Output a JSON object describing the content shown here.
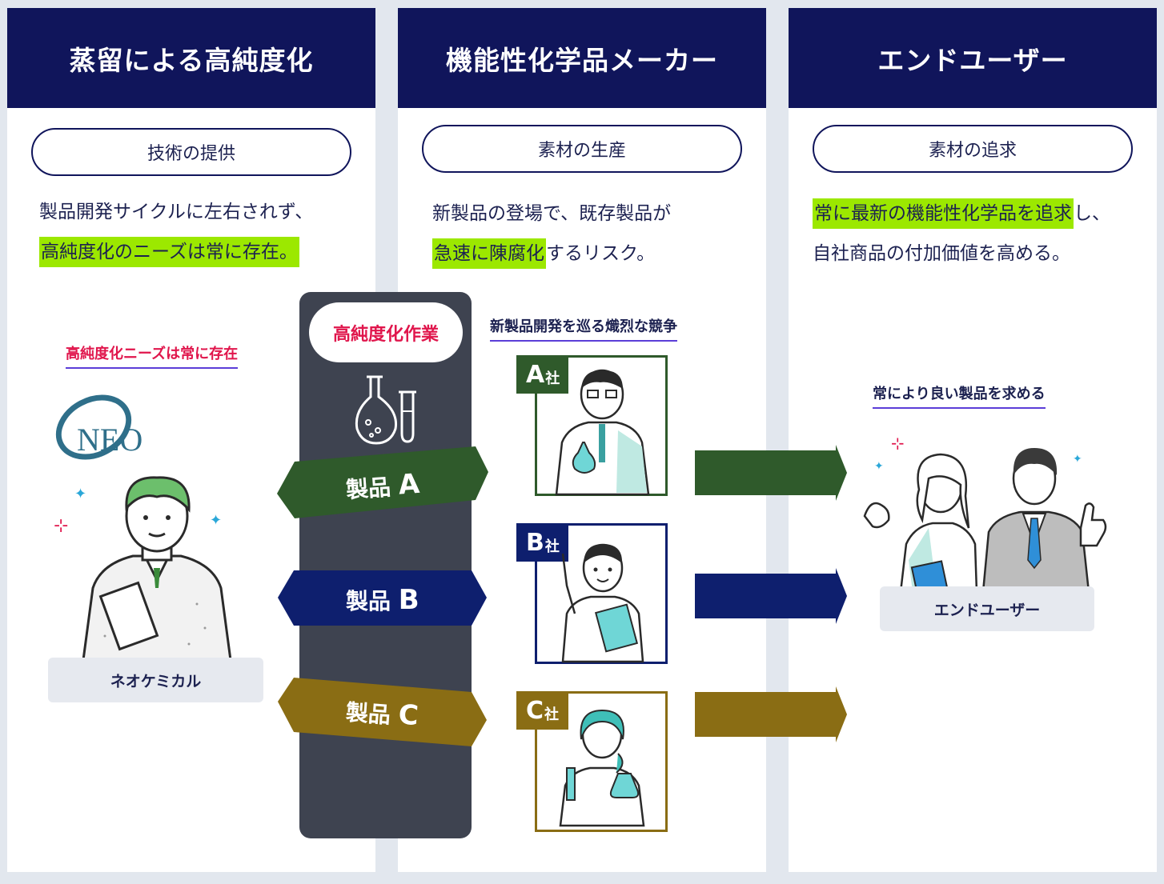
{
  "columns": [
    {
      "header": "蒸留による高純度化",
      "pill": "技術の提供",
      "desc_line1": "製品開発サイクルに左右されず、",
      "desc_line2_hl": "高純度化のニーズは常に存在。",
      "desc_line2_rest": ""
    },
    {
      "header": "機能性化学品メーカー",
      "pill": "素材の生産",
      "desc_line1": "新製品の登場で、既存製品が",
      "desc_line2_hl": "急速に陳腐化",
      "desc_line2_rest": "するリスク。"
    },
    {
      "header": "エンドユーザー",
      "pill": "素材の追求",
      "desc_line1_hl": "常に最新の機能性化学品を追求",
      "desc_line1_rest": "し、",
      "desc_line2": "自社商品の付加価値を高める。"
    }
  ],
  "left": {
    "needs_title": "高純度化ニーズは常に存在",
    "logo": "NEO",
    "person_label": "ネオケミカル"
  },
  "center": {
    "work_label": "高純度化作業",
    "competition_title": "新製品開発を巡る熾烈な競争",
    "products": [
      {
        "label": "製品",
        "letter": "A",
        "color": "#2f5a2b"
      },
      {
        "label": "製品",
        "letter": "B",
        "color": "#0e1f6e"
      },
      {
        "label": "製品",
        "letter": "C",
        "color": "#8a6d14"
      }
    ],
    "companies": [
      {
        "letter": "A",
        "suffix": "社",
        "color": "#2f5a2b"
      },
      {
        "letter": "B",
        "suffix": "社",
        "color": "#0e1f6e"
      },
      {
        "letter": "C",
        "suffix": "社",
        "color": "#8a6d14"
      }
    ]
  },
  "right": {
    "seek_title": "常により良い製品を求める",
    "users_label": "エンドユーザー"
  },
  "colors": {
    "navy": "#10155b",
    "highlight": "#9ce800",
    "accent_red": "#e0164c",
    "band": "#3e4350"
  }
}
